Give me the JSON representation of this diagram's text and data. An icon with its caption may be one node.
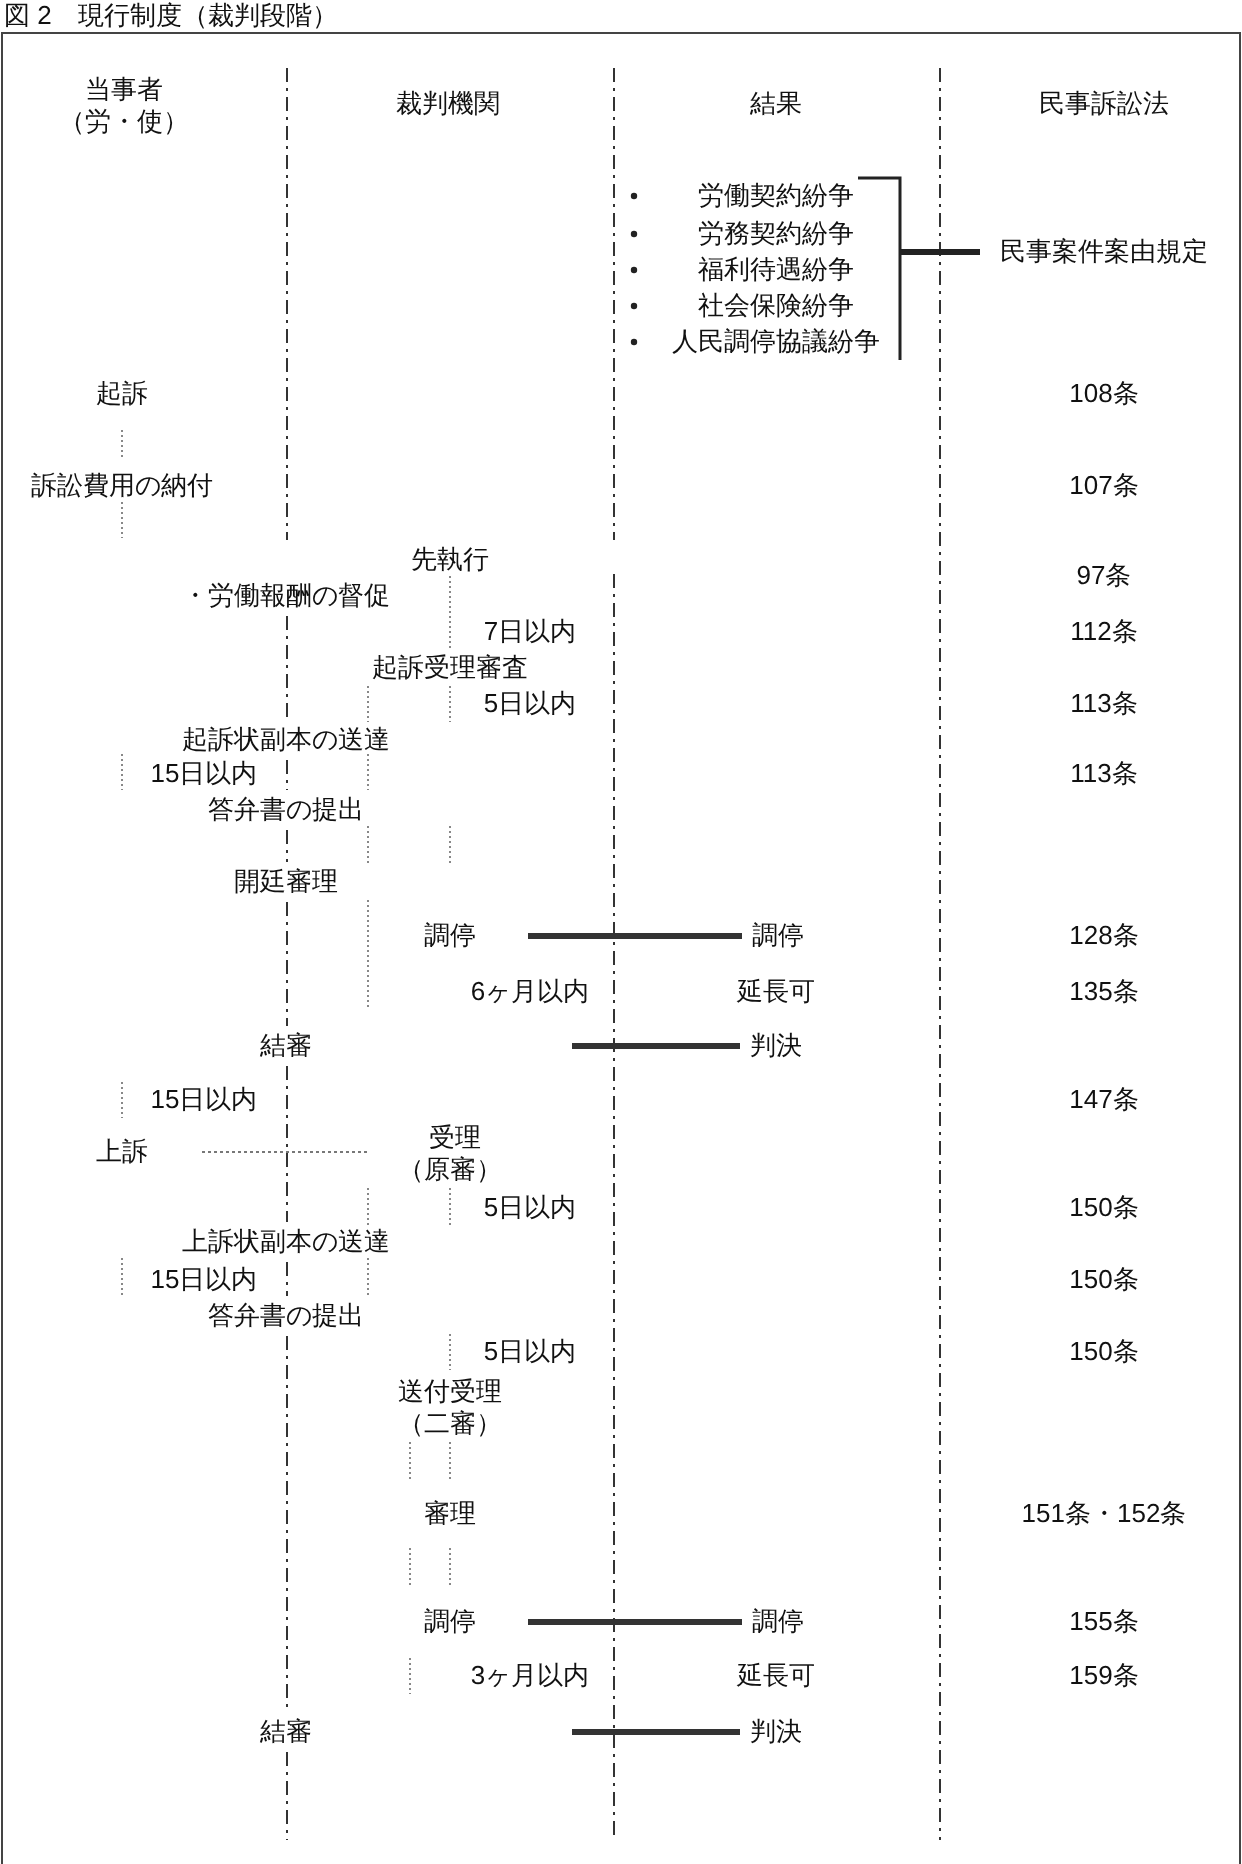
{
  "diagram": {
    "title": "図 2　現行制度（裁判段階）",
    "nodes": [
      {
        "text": [
          "調停"
        ]
      },
      {
        "text": [
          "調停"
        ]
      },
      {
        "text": [
          "判決"
        ]
      },
      {
        "text": [
          "上訴"
        ]
      },
      {
        "text": [
          "受理（原審）"
        ]
      },
      {
        "text": [
          "調停"
        ]
      },
      {
        "text": [
          "調停"
        ]
      },
      {
        "text": [
          "判決"
        ]
      }
    ],
    "edges": [
      {
        "from": 0,
        "to": 1,
        "arrow": "none"
      },
      {
        "from": null,
        "to": 2,
        "arrow": "none"
      },
      {
        "from": 3,
        "to": 4,
        "arrow": "none",
        "style": "dashed"
      },
      {
        "from": 5,
        "to": 6,
        "arrow": "none"
      },
      {
        "from": null,
        "to": 7,
        "arrow": "none"
      }
    ],
    "labels": [
      "当事者（労・使）",
      "裁判機関",
      "結果",
      "民事訴訟法",
      "労働契約紛争",
      "労務契約紛争",
      "福利待遇紛争",
      "社会保険紛争",
      "人民調停協議紛争",
      "民事案件案由規定",
      "起訴",
      "108条",
      "訴訟費用の納付",
      "107条",
      "先執行",
      "97条",
      "・労働報酬の督促",
      "7日以内",
      "112条",
      "起訴受理審査",
      "5日以内",
      "113条",
      "起訴状副本の送達",
      "15日以内",
      "113条",
      "答弁書の提出",
      "開廷審理",
      "128条",
      "6ヶ月以内",
      "延長可",
      "135条",
      "結審",
      "15日以内",
      "147条",
      "5日以内",
      "150条",
      "上訴状副本の送達",
      "15日以内",
      "150条",
      "答弁書の提出",
      "5日以内",
      "150条",
      "送付受理（二審）",
      "審理",
      "151条・152条",
      "155条",
      "3ヶ月以内",
      "延長可",
      "159条",
      "結審"
    ]
  }
}
